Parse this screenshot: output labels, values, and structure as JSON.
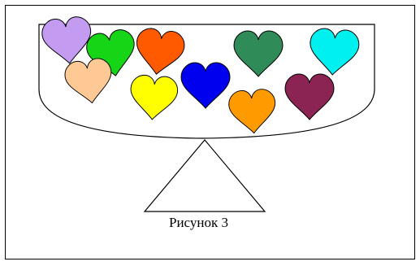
{
  "caption": "Рисунок 3",
  "colors": {
    "frame": "#000000",
    "background": "#ffffff",
    "outline": "#000000"
  },
  "hearts": [
    {
      "name": "heart-lavender",
      "color": "#c39bf0"
    },
    {
      "name": "heart-green",
      "color": "#16d416"
    },
    {
      "name": "heart-orange-red",
      "color": "#ff5a00"
    },
    {
      "name": "heart-dark-green",
      "color": "#2f8b57"
    },
    {
      "name": "heart-cyan",
      "color": "#00f0f0"
    },
    {
      "name": "heart-peach",
      "color": "#ffc996"
    },
    {
      "name": "heart-yellow",
      "color": "#ffff00"
    },
    {
      "name": "heart-blue",
      "color": "#0000ee"
    },
    {
      "name": "heart-orange",
      "color": "#ff9a00"
    },
    {
      "name": "heart-maroon",
      "color": "#8b2452"
    }
  ]
}
